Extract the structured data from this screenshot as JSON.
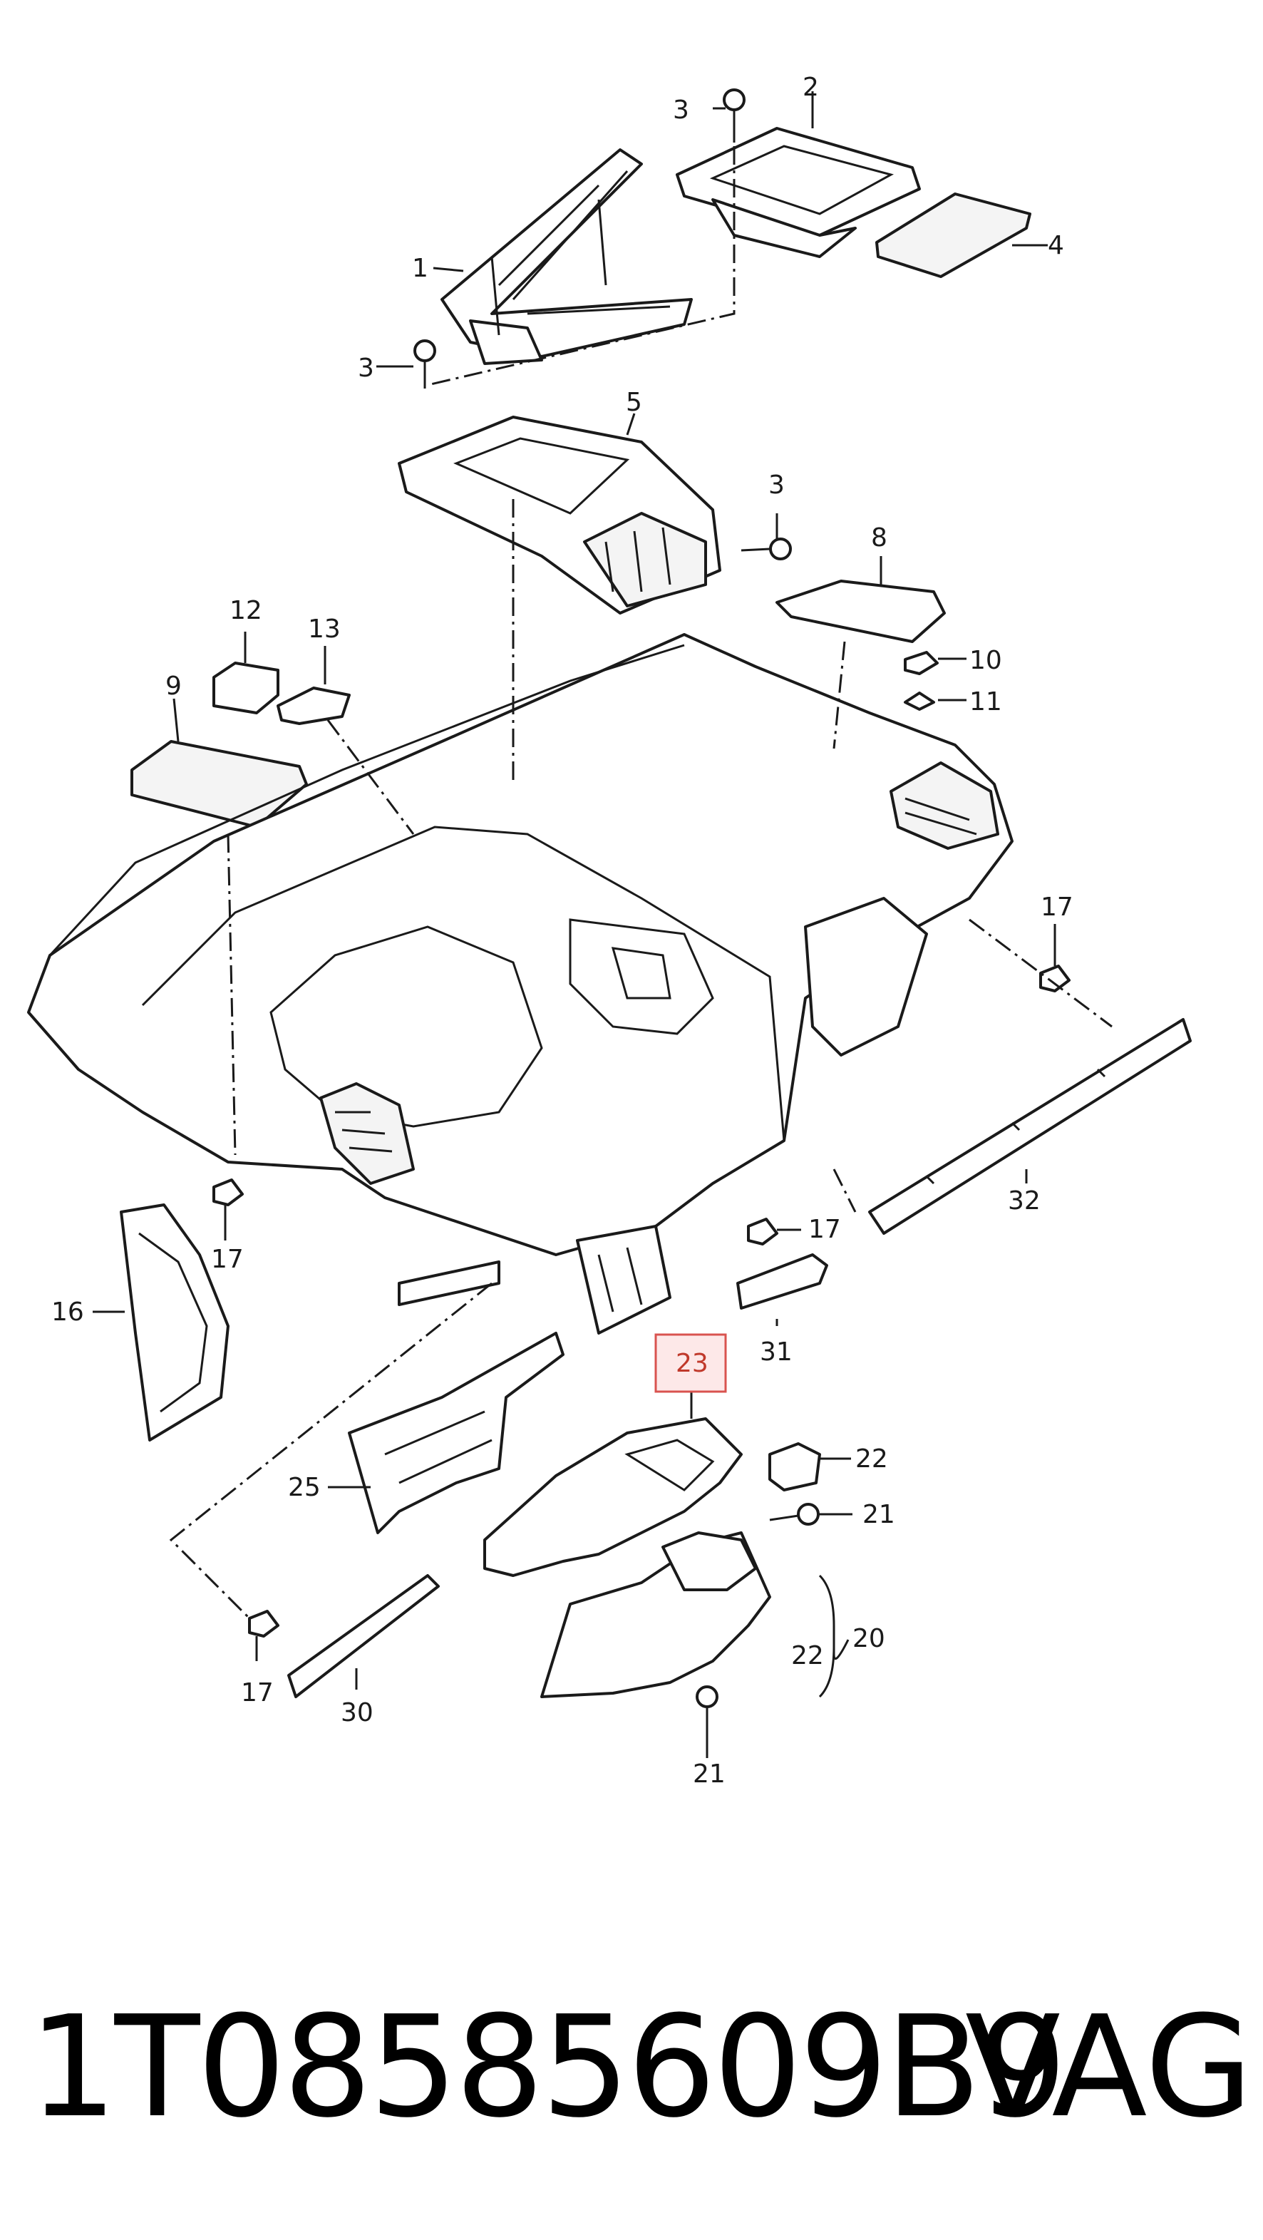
{
  "diagram": {
    "callouts": {
      "c1": "1",
      "c2": "2",
      "c3a": "3",
      "c3b": "3",
      "c3c": "3",
      "c4": "4",
      "c5": "5",
      "c8": "8",
      "c9": "9",
      "c10": "10",
      "c11": "11",
      "c12": "12",
      "c13": "13",
      "c16": "16",
      "c17a": "17",
      "c17b": "17",
      "c17c": "17",
      "c17d": "17",
      "c20": "20",
      "c21a": "21",
      "c21b": "21",
      "c22a": "22",
      "c22b": "22",
      "c23": "23",
      "c25": "25",
      "c30": "30",
      "c31": "31",
      "c32": "32"
    },
    "highlight_color": "#d9534f"
  },
  "footer": {
    "part_number": "1T08585609B9",
    "brand": "VAG"
  }
}
